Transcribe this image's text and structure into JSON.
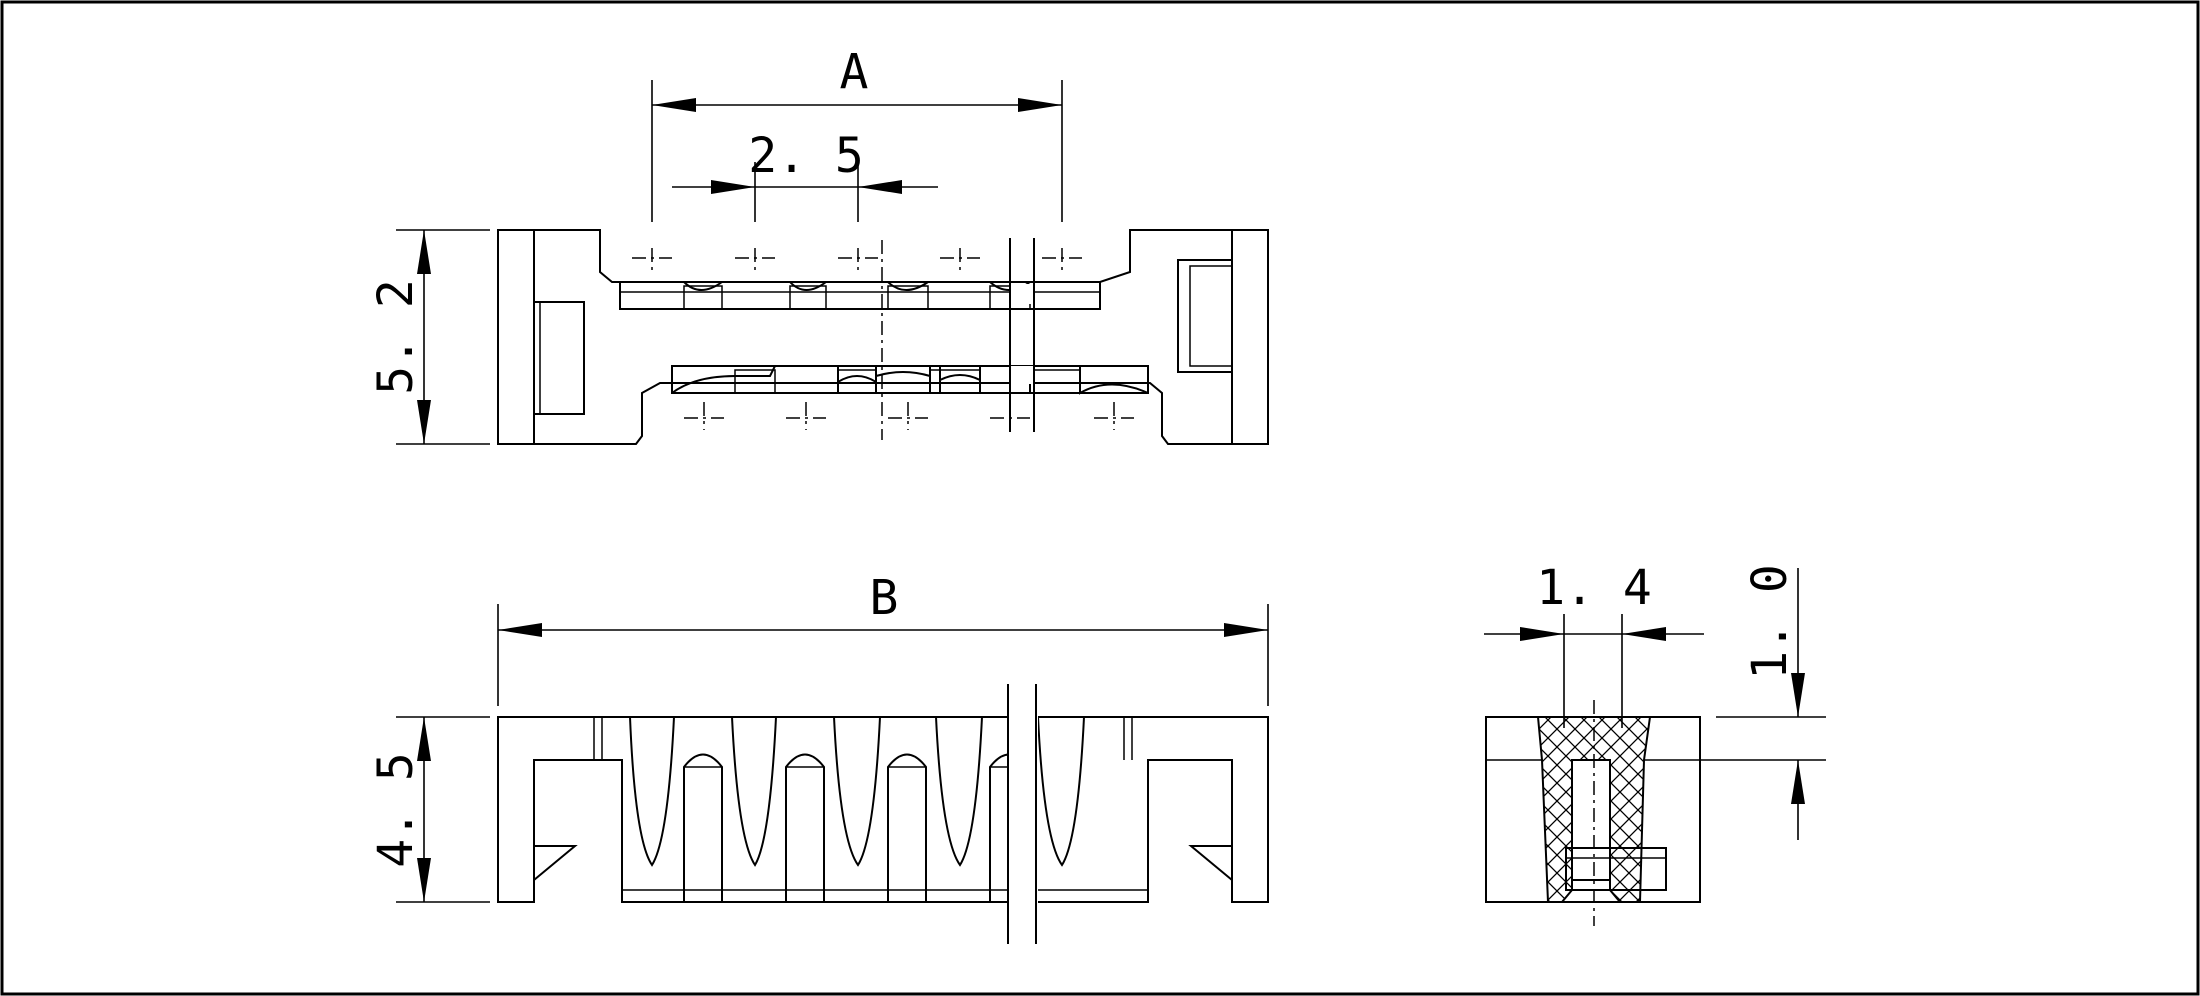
{
  "drawing": {
    "border_color": "#000000",
    "background": "#ffffff"
  },
  "top_view": {
    "dim_pitch_total": "A",
    "dim_pitch": "2. 5",
    "dim_height": "5. 2"
  },
  "front_view": {
    "dim_length": "B",
    "dim_height": "4. 5"
  },
  "side_view": {
    "dim_width": "1. 4",
    "dim_depth": "1. 0"
  }
}
